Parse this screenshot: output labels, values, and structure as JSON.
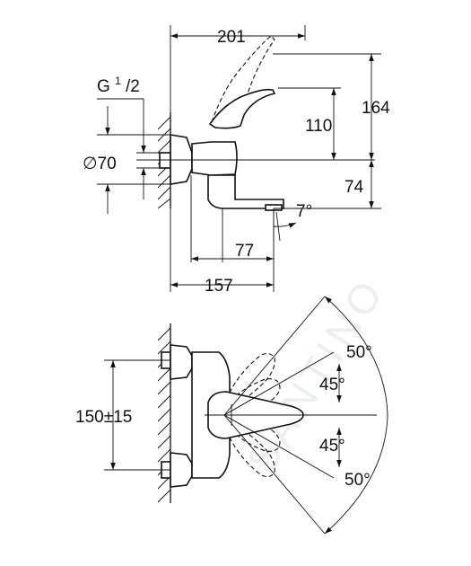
{
  "watermark": "SANTINO",
  "side_view": {
    "dim_width_top": "201",
    "dim_height_total": "164",
    "dim_height_lever": "110",
    "dim_spout_height": "74",
    "dim_spout_angle": "7°",
    "dim_spout_reach": "77",
    "dim_base_width": "157",
    "thread_label_main": "G",
    "thread_label_sup": "1",
    "thread_label_rest": "/2",
    "dim_diameter": "∅70"
  },
  "top_view": {
    "dim_centers": "150±15",
    "angle_upper_outer": "50°",
    "angle_upper_inner": "45°",
    "angle_lower_inner": "45°",
    "angle_lower_outer": "50°"
  },
  "colors": {
    "line": "#111111",
    "watermark": "#eceff1"
  }
}
